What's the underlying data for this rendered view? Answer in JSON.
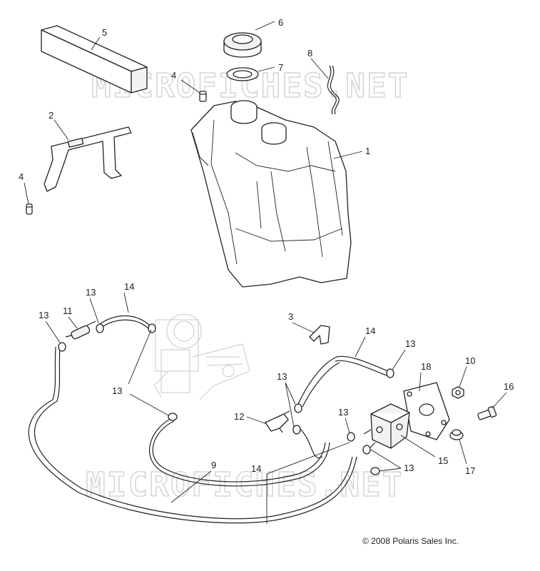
{
  "watermark": "MICROFICHES.NET",
  "copyright": "© 2008 Polaris Sales Inc.",
  "callouts": {
    "c1": "1",
    "c2": "2",
    "c3": "3",
    "c4a": "4",
    "c4b": "4",
    "c5": "5",
    "c6": "6",
    "c7": "7",
    "c8": "8",
    "c9": "9",
    "c10": "10",
    "c11": "11",
    "c12": "12",
    "c13a": "13",
    "c13b": "13",
    "c13c": "13",
    "c13d": "13",
    "c13e": "13",
    "c13f": "13",
    "c13g": "13",
    "c14a": "14",
    "c14b": "14",
    "c14c": "14",
    "c15": "15",
    "c16": "16",
    "c17": "17",
    "c18": "18"
  }
}
